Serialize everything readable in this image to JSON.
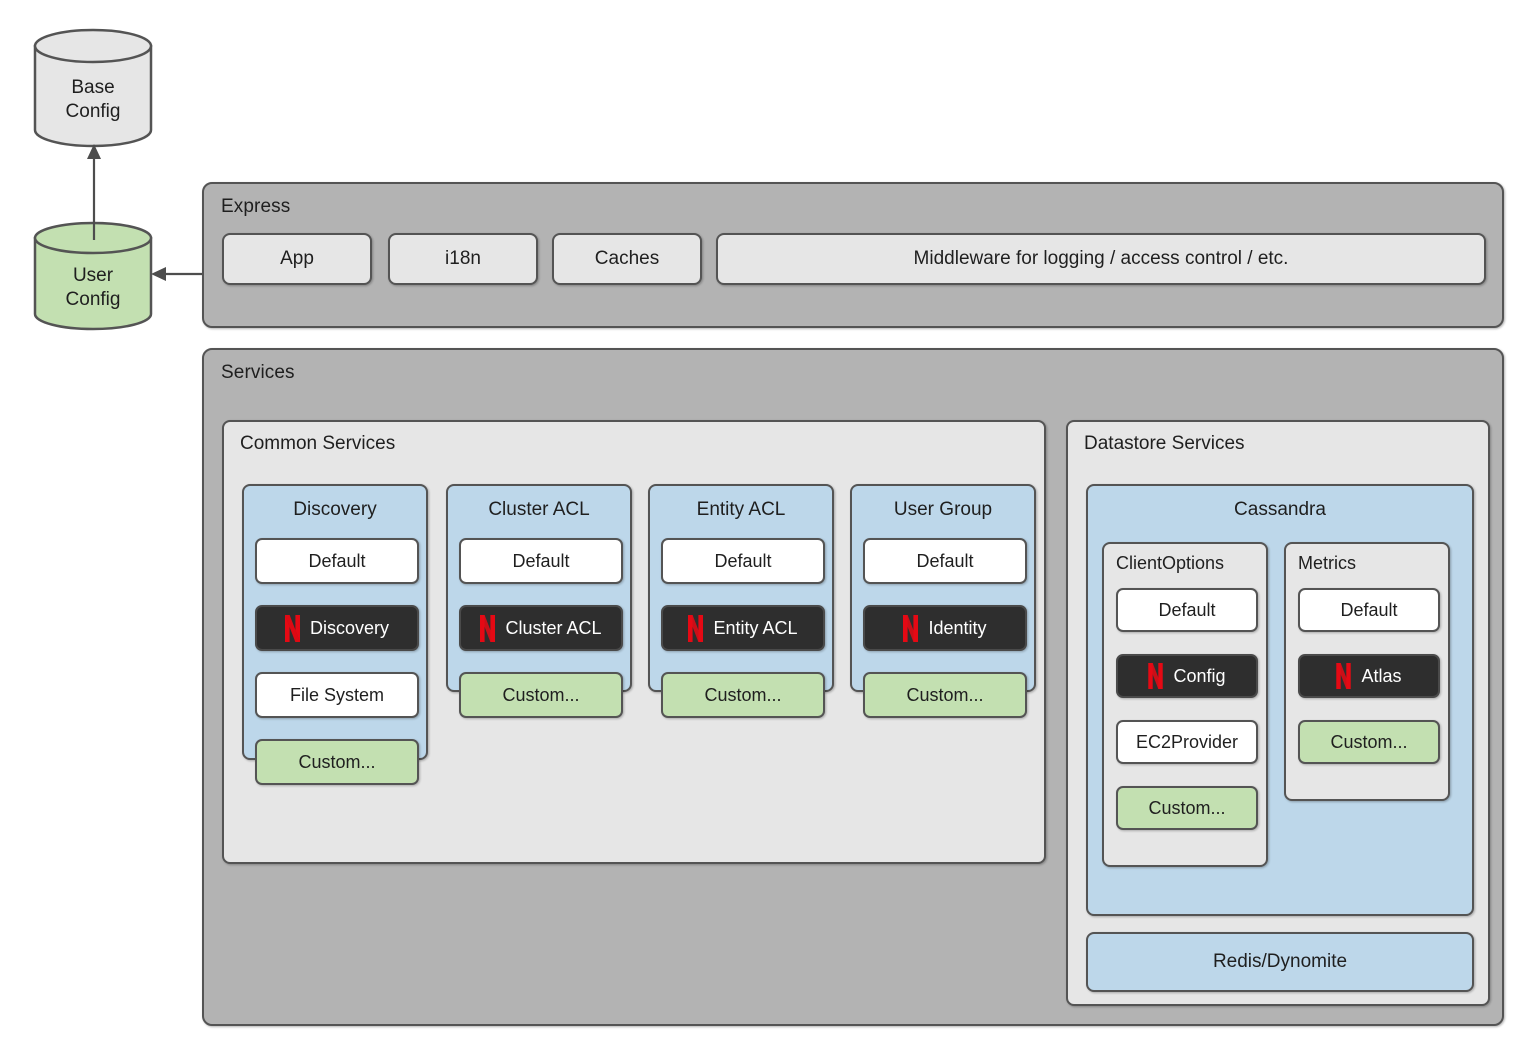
{
  "stores": [
    {
      "id": "base-config",
      "label_line1": "Base",
      "label_line2": "Config",
      "color": "#e6e6e6"
    },
    {
      "id": "user-config",
      "label_line1": "User",
      "label_line2": "Config",
      "color": "#c3e0b1"
    }
  ],
  "express": {
    "title": "Express",
    "items": [
      {
        "label": "App"
      },
      {
        "label": "i18n"
      },
      {
        "label": "Caches"
      },
      {
        "label": "Middleware for logging / access control / etc."
      }
    ]
  },
  "services": {
    "title": "Services",
    "common": {
      "title": "Common Services",
      "cards": [
        {
          "title": "Discovery",
          "options": [
            {
              "label": "Default",
              "style": "white",
              "netflix": false
            },
            {
              "label": "Discovery",
              "style": "dark",
              "netflix": true
            },
            {
              "label": "File System",
              "style": "white",
              "netflix": false
            },
            {
              "label": "Custom...",
              "style": "green",
              "netflix": false
            }
          ]
        },
        {
          "title": "Cluster ACL",
          "options": [
            {
              "label": "Default",
              "style": "white",
              "netflix": false
            },
            {
              "label": "Cluster ACL",
              "style": "dark",
              "netflix": true
            },
            {
              "label": "Custom...",
              "style": "green",
              "netflix": false
            }
          ]
        },
        {
          "title": "Entity ACL",
          "options": [
            {
              "label": "Default",
              "style": "white",
              "netflix": false
            },
            {
              "label": "Entity ACL",
              "style": "dark",
              "netflix": true
            },
            {
              "label": "Custom...",
              "style": "green",
              "netflix": false
            }
          ]
        },
        {
          "title": "User Group",
          "options": [
            {
              "label": "Default",
              "style": "white",
              "netflix": false
            },
            {
              "label": "Identity",
              "style": "dark",
              "netflix": true
            },
            {
              "label": "Custom...",
              "style": "green",
              "netflix": false
            }
          ]
        }
      ]
    },
    "datastore": {
      "title": "Datastore Services",
      "cassandra": {
        "title": "Cassandra",
        "subgroups": [
          {
            "title": "ClientOptions",
            "options": [
              {
                "label": "Default",
                "style": "white",
                "netflix": false
              },
              {
                "label": "Config",
                "style": "dark",
                "netflix": true
              },
              {
                "label": "EC2Provider",
                "style": "white",
                "netflix": false
              },
              {
                "label": "Custom...",
                "style": "green",
                "netflix": false
              }
            ]
          },
          {
            "title": "Metrics",
            "options": [
              {
                "label": "Default",
                "style": "white",
                "netflix": false
              },
              {
                "label": "Atlas",
                "style": "dark",
                "netflix": true
              },
              {
                "label": "Custom...",
                "style": "green",
                "netflix": false
              }
            ]
          }
        ]
      },
      "redis": {
        "title": "Redis/Dynomite"
      }
    }
  },
  "colors": {
    "group_fill": "#b3b3b3",
    "subgroup_fill": "#e6e6e6",
    "card_fill": "#bdd7ea",
    "custom_fill": "#c3e0b1",
    "netflix_red": "#e50914",
    "dark_fill": "#2e2e2e",
    "stroke": "#545454"
  }
}
